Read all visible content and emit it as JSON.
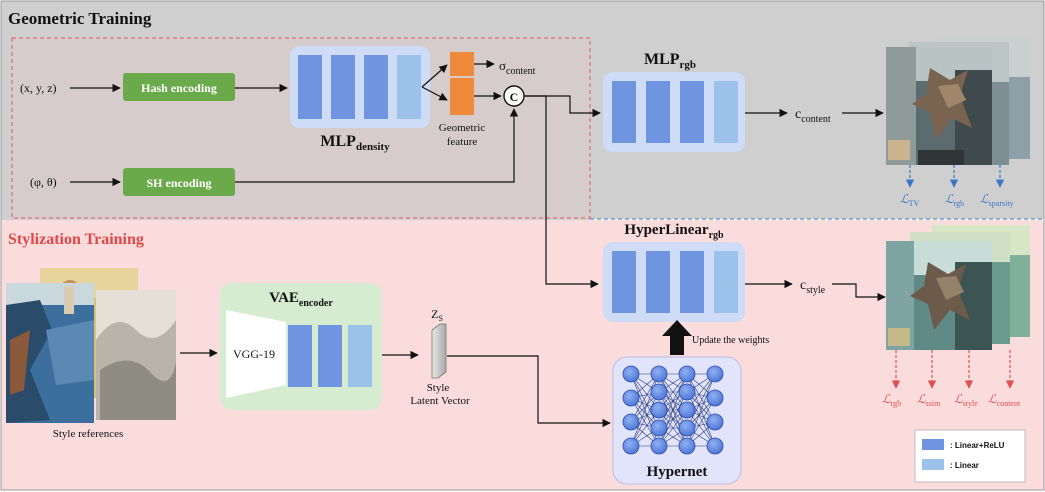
{
  "sections": {
    "geometric_title": "Geometric Training",
    "stylization_title": "Stylization Training"
  },
  "inputs": {
    "xyz": "(x, y, z)",
    "view": "(φ, θ)"
  },
  "encoders": {
    "hash": "Hash encoding",
    "sh": "SH encoding"
  },
  "mlp_density": {
    "main": "MLP",
    "sub": "density"
  },
  "mlp_rgb": {
    "main": "MLP",
    "sub": "rgb"
  },
  "sigma": {
    "main": "σ",
    "sub": "content"
  },
  "concat_symbol": "C",
  "geometric_feature": {
    "line1": "Geometric",
    "line2": "feature"
  },
  "c_content": {
    "main": "c",
    "sub": "content"
  },
  "content_losses": [
    {
      "sub": "TV"
    },
    {
      "sub": "rgb"
    },
    {
      "sub": "sparsity"
    }
  ],
  "loss_symbol": "ℒ",
  "hyperlinear": {
    "main": "HyperLinear",
    "sub": "rgb"
  },
  "c_style": {
    "main": "c",
    "sub": "style"
  },
  "style_losses": [
    {
      "sub": "rgb"
    },
    {
      "sub": "ssim"
    },
    {
      "sub": "style"
    },
    {
      "sub": "content"
    }
  ],
  "vae": {
    "main": "VAE",
    "sub": "encoder",
    "backbone": "VGG-19"
  },
  "zs": {
    "main": "Z",
    "sub": "S",
    "line1": "Style",
    "line2": "Latent Vector"
  },
  "style_references": "Style references",
  "update_weights": "Update the weights",
  "hypernet": "Hypernet",
  "legend": {
    "items": [
      {
        "label": ": Linear+ReLU",
        "color": "#6f95e0"
      },
      {
        "label": ": Linear",
        "color": "#9cc1ea"
      }
    ]
  },
  "colors": {
    "geometric_bg": "#cfcfcf",
    "stylization_bg": "#fbdcdc",
    "encoder_green": "#6aaa4a",
    "mlp_bg": "#cfdcf7",
    "vae_bg": "#d5ecd0",
    "orange_feature": "#ee8a3a",
    "content_loss": "#3a78c4",
    "style_loss": "#e05050",
    "stylization_title": "#e04848"
  }
}
